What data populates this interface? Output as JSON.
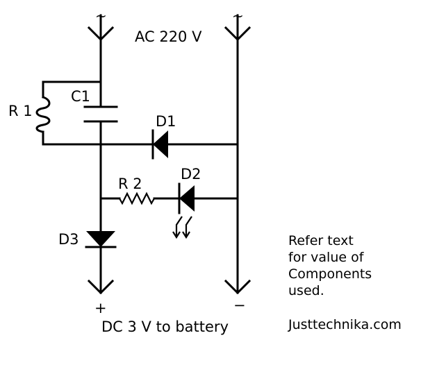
{
  "diagram": {
    "supply_label": "AC 220 V",
    "tilde_left": "~",
    "tilde_right": "~",
    "components": {
      "r1": "R 1",
      "c1": "C1",
      "d1": "D1",
      "r2": "R 2",
      "d2": "D2",
      "d3": "D3"
    },
    "plus": "+",
    "minus": "−",
    "output_label": "DC 3 V to battery",
    "note_lines": [
      "Refer text",
      "for value of",
      "Components",
      "used."
    ],
    "credit": "Justtechnika.com"
  },
  "colors": {
    "ink": "#000000",
    "background": "#ffffff"
  }
}
